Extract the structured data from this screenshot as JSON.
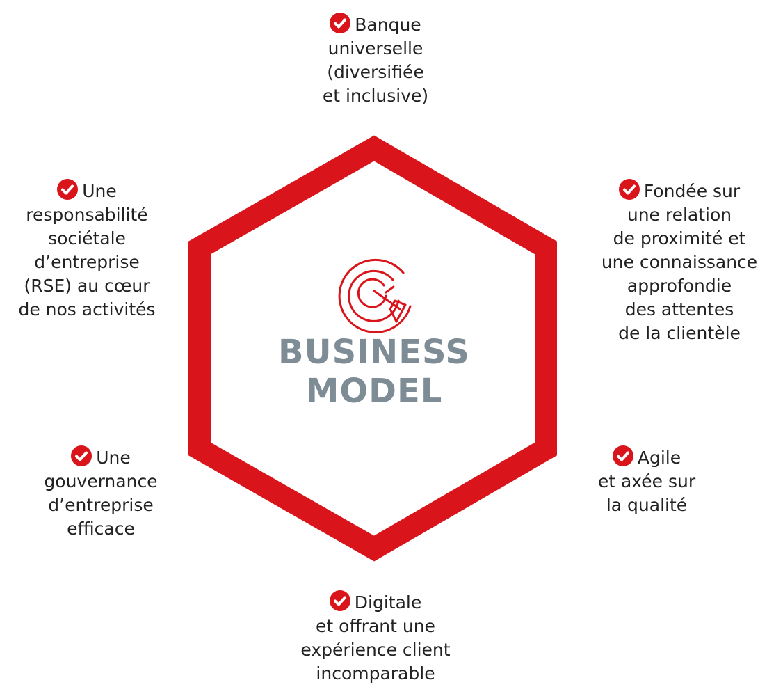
{
  "colors": {
    "accent_red": "#d9141b",
    "title_gray": "#7e8d95",
    "text": "#222222"
  },
  "center": {
    "title_line1": "BUSINESS",
    "title_line2": "MODEL",
    "icon": "target-arrow-icon"
  },
  "pillars": {
    "top": {
      "icon": "check-circle-icon",
      "lines": [
        "Banque",
        "universelle",
        "(diversifiée",
        "et inclusive)"
      ]
    },
    "ne": {
      "icon": "check-circle-icon",
      "lines": [
        "Fondée sur",
        "une relation",
        "de proximité et",
        "une connaissance",
        "approfondie",
        "des attentes",
        "de la clientèle"
      ]
    },
    "se": {
      "icon": "check-circle-icon",
      "lines": [
        "Agile",
        "et axée sur",
        "la qualité"
      ]
    },
    "bottom": {
      "icon": "check-circle-icon",
      "lines": [
        "Digitale",
        "et offrant une",
        "expérience client",
        "incomparable"
      ]
    },
    "sw": {
      "icon": "check-circle-icon",
      "lines": [
        "Une",
        "gouvernance",
        "d’entreprise",
        "efficace"
      ]
    },
    "nw": {
      "icon": "check-circle-icon",
      "lines": [
        "Une",
        "responsabilité",
        "sociétale",
        "d’entreprise",
        "(RSE) au cœur",
        "de nos activités"
      ]
    }
  }
}
